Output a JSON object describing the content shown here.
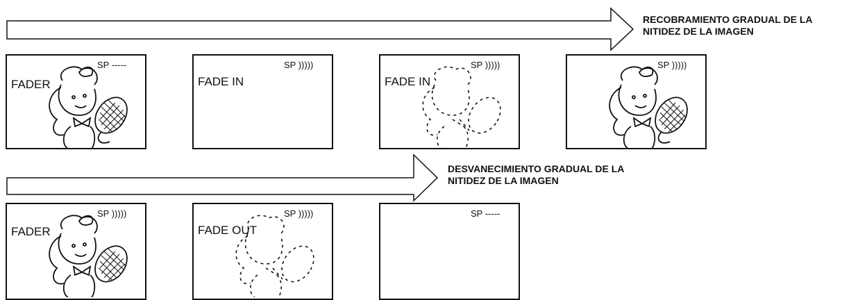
{
  "captions": {
    "top": [
      "RECOBRAMIENTO GRADUAL DE LA",
      "NITIDEZ DE LA IMAGEN"
    ],
    "bottom": [
      "DESVANECIMIENTO GRADUAL DE LA",
      "NITIDEZ DE LA IMAGEN"
    ]
  },
  "top_row": [
    {
      "label": "FADER",
      "sp": "SP -----",
      "image": "clear"
    },
    {
      "label": "FADE IN",
      "sp": "SP )))))",
      "image": "none"
    },
    {
      "label": "FADE IN",
      "sp": "SP )))))",
      "image": "partial"
    },
    {
      "label": "",
      "sp": "SP )))))",
      "image": "clear"
    }
  ],
  "bottom_row": [
    {
      "label": "FADER",
      "sp": "SP )))))",
      "image": "clear"
    },
    {
      "label": "FADE OUT",
      "sp": "SP )))))",
      "image": "partial"
    },
    {
      "label": "",
      "sp": "SP -----",
      "image": "none"
    }
  ]
}
